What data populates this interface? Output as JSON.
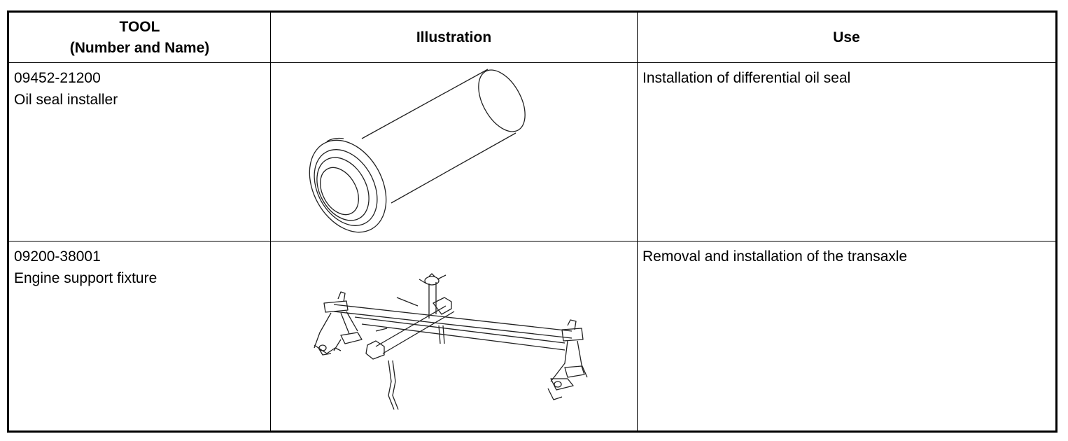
{
  "header": {
    "tool_line1": "TOOL",
    "tool_line2": "(Number and Name)",
    "illustration": "Illustration",
    "use": "Use"
  },
  "rows": [
    {
      "number": "09452-21200",
      "name": "Oil seal installer",
      "illustration_icon": "oil-seal-installer-drawing",
      "use": "Installation of differential oil seal"
    },
    {
      "number": "09200-38001",
      "name": "Engine support fixture",
      "illustration_icon": "engine-support-fixture-drawing",
      "use": "Removal and installation of the transaxle"
    }
  ]
}
